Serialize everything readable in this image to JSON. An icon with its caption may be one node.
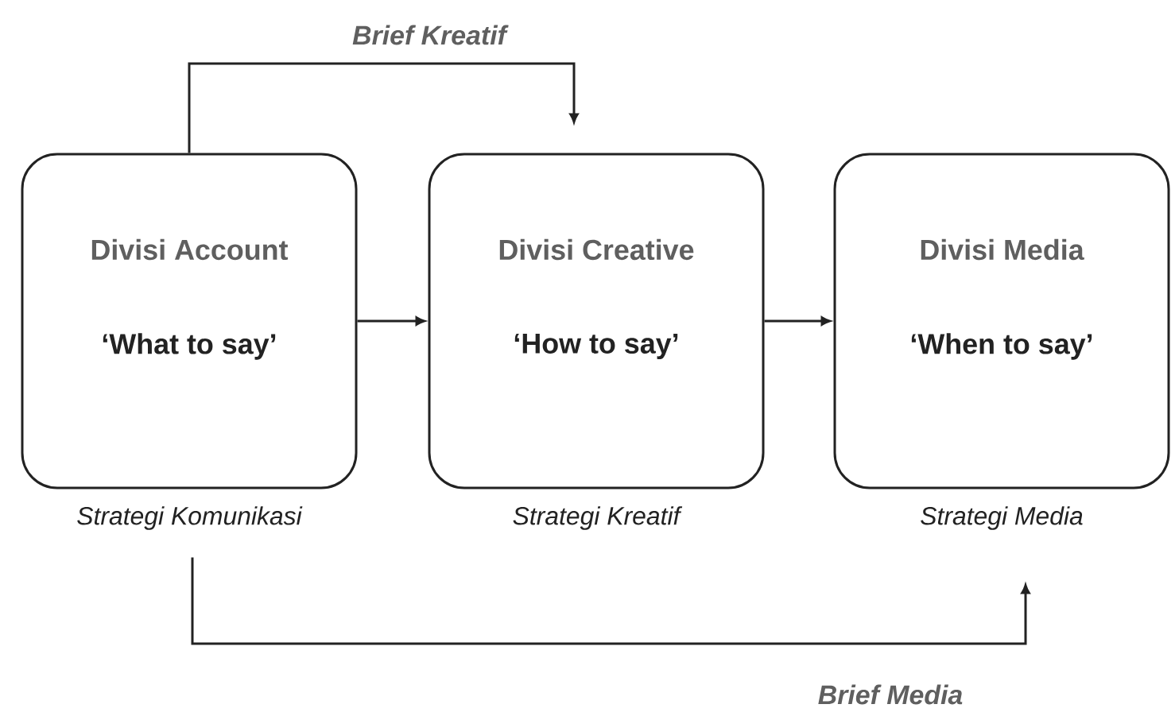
{
  "diagram": {
    "nodes": [
      {
        "text": [
          "Divisi Account",
          "‘What to say’"
        ],
        "beside": [
          "Strategi Komunikasi"
        ]
      },
      {
        "text": [
          "Divisi Creative",
          "‘How to say’"
        ],
        "beside": [
          "Strategi Kreatif"
        ]
      },
      {
        "text": [
          "Divisi Media",
          "‘When to say’"
        ],
        "beside": [
          "Strategi Media"
        ]
      }
    ],
    "edges": [
      {
        "from": 0,
        "to": 1,
        "arrow": "to"
      },
      {
        "from": 1,
        "to": 2,
        "arrow": "to"
      },
      {
        "from": 0,
        "to": 1,
        "arrow": "to",
        "label": "Brief Kreatif"
      },
      {
        "from": 0,
        "to": 2,
        "arrow": "to",
        "label": "Brief Media"
      }
    ]
  }
}
